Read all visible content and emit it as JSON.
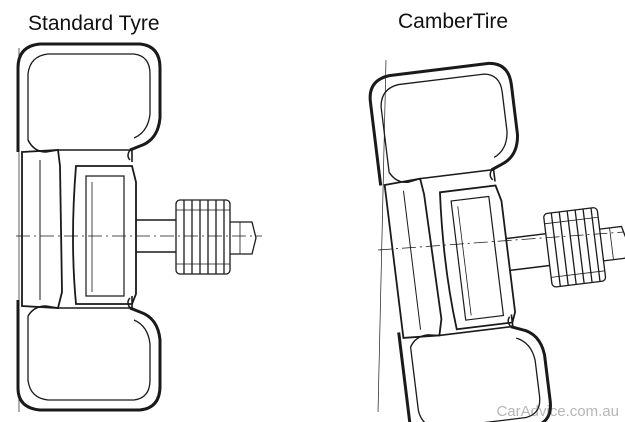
{
  "panels": {
    "left": {
      "title": "Standard Tyre"
    },
    "right": {
      "title": "CamberTire"
    }
  },
  "watermark": "CarAdvice.com.au",
  "colors": {
    "line": "#1a1a1a",
    "background": "#ffffff"
  }
}
